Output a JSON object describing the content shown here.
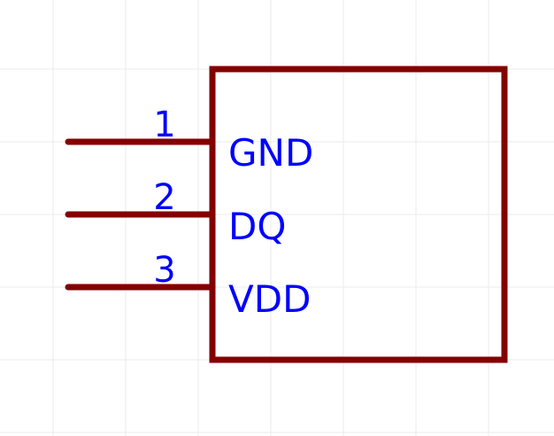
{
  "colors": {
    "background": "#ffffff",
    "grid": "#ebebeb",
    "body_outline": "#840000",
    "pin_line": "#840000",
    "text": "#0000ff"
  },
  "symbol": {
    "pins": [
      {
        "number": "1",
        "name": "GND"
      },
      {
        "number": "2",
        "name": "DQ"
      },
      {
        "number": "3",
        "name": "VDD"
      }
    ]
  }
}
